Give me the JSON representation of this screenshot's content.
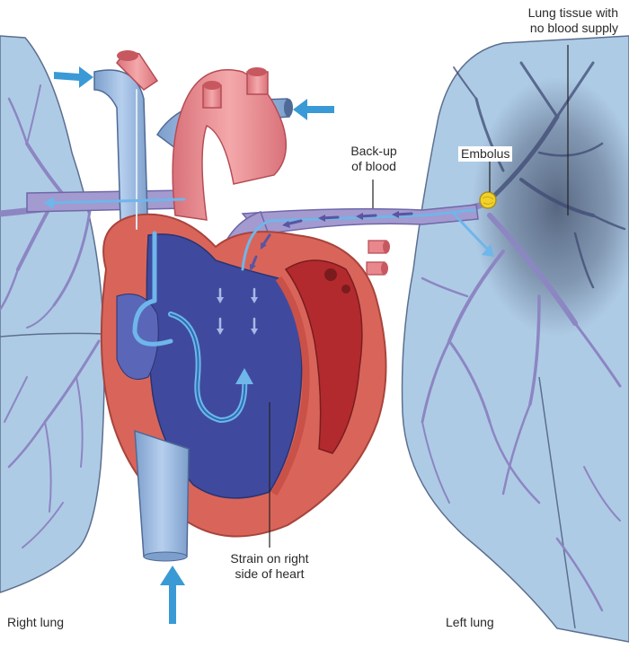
{
  "labels": {
    "lung_tissue": {
      "line1": "Lung tissue with",
      "line2": "no blood supply"
    },
    "embolus": "Embolus",
    "back_up": {
      "line1": "Back-up",
      "line2": "of blood"
    },
    "strain": {
      "line1": "Strain on right",
      "line2": "side of heart"
    },
    "right_lung": "Right lung",
    "left_lung": "Left lung"
  },
  "colors": {
    "lung_fill": "#aecbe6",
    "vessel_purple": "#8c86c2",
    "deoxygenated_blue": "#8fb3dd",
    "oxygenated_red": "#e8878c",
    "heart_muscle": "#d9655a",
    "right_ventricle": "#3f4a9e",
    "flow_arrow": "#3a9ad6",
    "embolus": "#f2d22a",
    "dead_tissue": "#4a5670"
  }
}
